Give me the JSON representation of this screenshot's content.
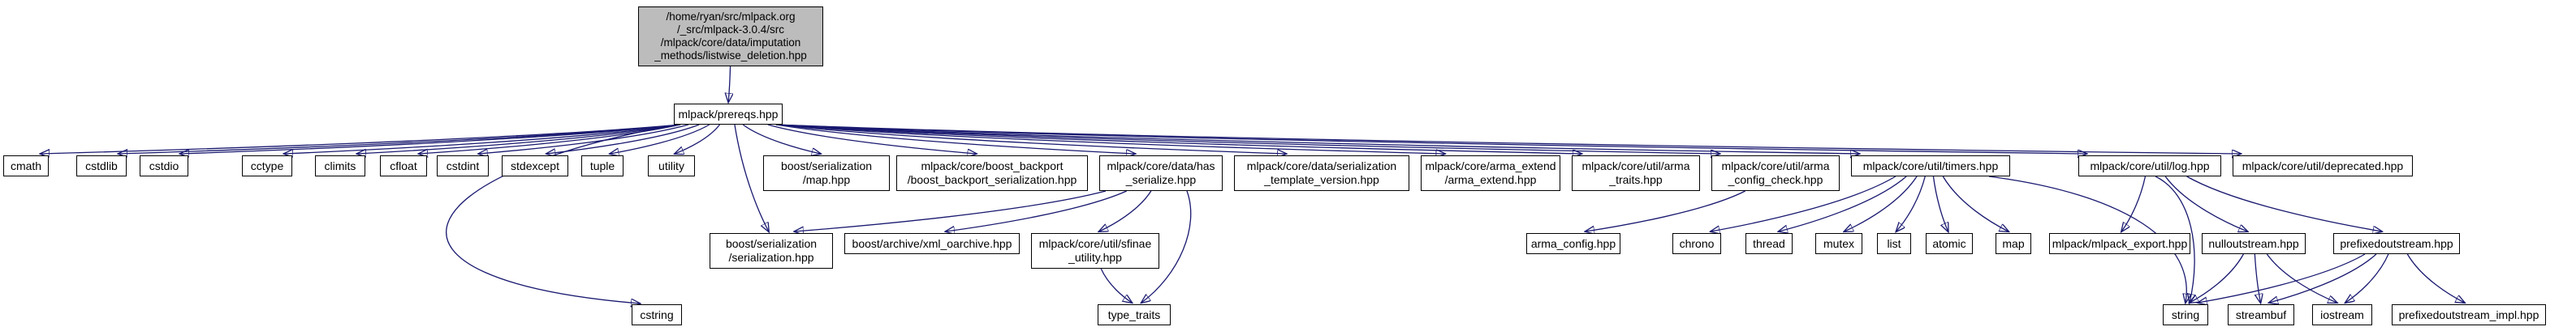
{
  "diagram": {
    "kind": "doxygen-include-dependency-graph",
    "colors": {
      "background": "#ffffff",
      "node_fill": "#ffffff",
      "node_border": "#000000",
      "root_fill": "#bcbcbc",
      "edge": "#191970"
    }
  },
  "nodes": {
    "listwise_deletion": {
      "label": "/home/ryan/src/mlpack.org\n/_src/mlpack-3.0.4/src\n/mlpack/core/data/imputation\n_methods/listwise_deletion.hpp"
    },
    "prereqs": {
      "label": "mlpack/prereqs.hpp"
    },
    "cmath": {
      "label": "cmath"
    },
    "cstdlib": {
      "label": "cstdlib"
    },
    "cstdio": {
      "label": "cstdio"
    },
    "cctype": {
      "label": "cctype"
    },
    "climits": {
      "label": "climits"
    },
    "cfloat": {
      "label": "cfloat"
    },
    "cstdint": {
      "label": "cstdint"
    },
    "stdexcept": {
      "label": "stdexcept"
    },
    "tuple": {
      "label": "tuple"
    },
    "utility": {
      "label": "utility"
    },
    "boost_serialization_map": {
      "label": "boost/serialization\n/map.hpp"
    },
    "boost_backport": {
      "label": "mlpack/core/boost_backport\n/boost_backport_serialization.hpp"
    },
    "has_serialize": {
      "label": "mlpack/core/data/has\n_serialize.hpp"
    },
    "serialization_template_version": {
      "label": "mlpack/core/data/serialization\n_template_version.hpp"
    },
    "arma_extend": {
      "label": "mlpack/core/arma_extend\n/arma_extend.hpp"
    },
    "arma_traits": {
      "label": "mlpack/core/util/arma\n_traits.hpp"
    },
    "arma_config_check": {
      "label": "mlpack/core/util/arma\n_config_check.hpp"
    },
    "timers": {
      "label": "mlpack/core/util/timers.hpp"
    },
    "log": {
      "label": "mlpack/core/util/log.hpp"
    },
    "deprecated": {
      "label": "mlpack/core/util/deprecated.hpp"
    },
    "boost_serialization": {
      "label": "boost/serialization\n/serialization.hpp"
    },
    "xml_oarchive": {
      "label": "boost/archive/xml_oarchive.hpp"
    },
    "sfinae_utility": {
      "label": "mlpack/core/util/sfinae\n_utility.hpp"
    },
    "arma_config": {
      "label": "arma_config.hpp"
    },
    "chrono": {
      "label": "chrono"
    },
    "thread": {
      "label": "thread"
    },
    "mutex": {
      "label": "mutex"
    },
    "list": {
      "label": "list"
    },
    "atomic": {
      "label": "atomic"
    },
    "map": {
      "label": "map"
    },
    "mlpack_export": {
      "label": "mlpack/mlpack_export.hpp"
    },
    "nulloutstream": {
      "label": "nulloutstream.hpp"
    },
    "prefixedoutstream": {
      "label": "prefixedoutstream.hpp"
    },
    "cstring": {
      "label": "cstring"
    },
    "type_traits": {
      "label": "type_traits"
    },
    "string": {
      "label": "string"
    },
    "streambuf": {
      "label": "streambuf"
    },
    "iostream": {
      "label": "iostream"
    },
    "prefixedoutstream_impl": {
      "label": "prefixedoutstream_impl.hpp"
    }
  },
  "edges": [
    {
      "from": "listwise_deletion",
      "to": "prereqs"
    },
    {
      "from": "prereqs",
      "to": "cmath"
    },
    {
      "from": "prereqs",
      "to": "cstdlib"
    },
    {
      "from": "prereqs",
      "to": "cstdio"
    },
    {
      "from": "prereqs",
      "to": "cstring"
    },
    {
      "from": "prereqs",
      "to": "cctype"
    },
    {
      "from": "prereqs",
      "to": "climits"
    },
    {
      "from": "prereqs",
      "to": "cfloat"
    },
    {
      "from": "prereqs",
      "to": "cstdint"
    },
    {
      "from": "prereqs",
      "to": "stdexcept"
    },
    {
      "from": "prereqs",
      "to": "tuple"
    },
    {
      "from": "prereqs",
      "to": "utility"
    },
    {
      "from": "prereqs",
      "to": "boost_serialization"
    },
    {
      "from": "prereqs",
      "to": "boost_serialization_map"
    },
    {
      "from": "prereqs",
      "to": "boost_backport"
    },
    {
      "from": "prereqs",
      "to": "has_serialize"
    },
    {
      "from": "prereqs",
      "to": "serialization_template_version"
    },
    {
      "from": "prereqs",
      "to": "arma_extend"
    },
    {
      "from": "prereqs",
      "to": "arma_traits"
    },
    {
      "from": "prereqs",
      "to": "arma_config_check"
    },
    {
      "from": "prereqs",
      "to": "timers"
    },
    {
      "from": "prereqs",
      "to": "log"
    },
    {
      "from": "prereqs",
      "to": "deprecated"
    },
    {
      "from": "has_serialize",
      "to": "boost_serialization"
    },
    {
      "from": "has_serialize",
      "to": "xml_oarchive"
    },
    {
      "from": "has_serialize",
      "to": "sfinae_utility"
    },
    {
      "from": "has_serialize",
      "to": "type_traits"
    },
    {
      "from": "sfinae_utility",
      "to": "type_traits"
    },
    {
      "from": "arma_config_check",
      "to": "arma_config"
    },
    {
      "from": "timers",
      "to": "chrono"
    },
    {
      "from": "timers",
      "to": "thread"
    },
    {
      "from": "timers",
      "to": "mutex"
    },
    {
      "from": "timers",
      "to": "list"
    },
    {
      "from": "timers",
      "to": "atomic"
    },
    {
      "from": "timers",
      "to": "map"
    },
    {
      "from": "timers",
      "to": "string"
    },
    {
      "from": "log",
      "to": "string"
    },
    {
      "from": "log",
      "to": "mlpack_export"
    },
    {
      "from": "log",
      "to": "nulloutstream"
    },
    {
      "from": "log",
      "to": "prefixedoutstream"
    },
    {
      "from": "nulloutstream",
      "to": "iostream"
    },
    {
      "from": "nulloutstream",
      "to": "streambuf"
    },
    {
      "from": "nulloutstream",
      "to": "string"
    },
    {
      "from": "prefixedoutstream",
      "to": "iostream"
    },
    {
      "from": "prefixedoutstream",
      "to": "string"
    },
    {
      "from": "prefixedoutstream",
      "to": "streambuf"
    },
    {
      "from": "prefixedoutstream",
      "to": "prefixedoutstream_impl"
    }
  ]
}
